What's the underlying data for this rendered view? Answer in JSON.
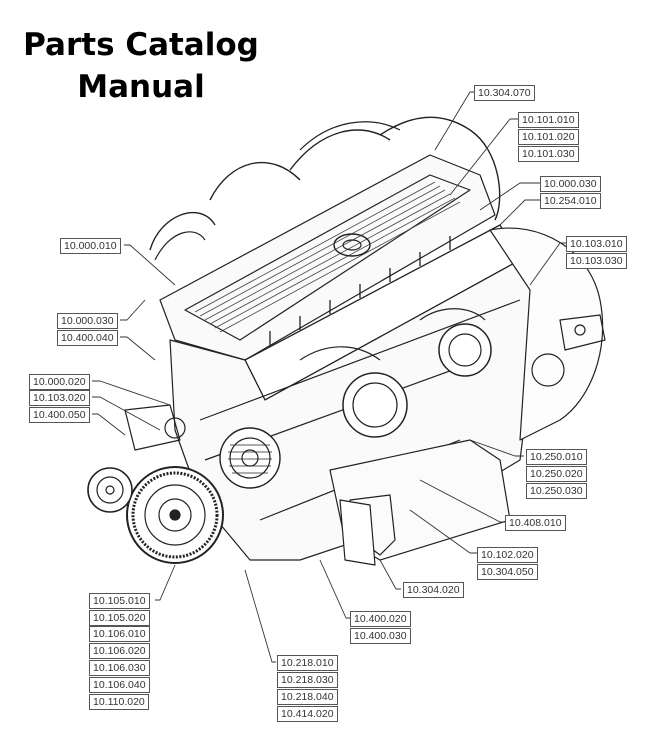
{
  "title": {
    "line1": "Parts Catalog",
    "line2": "Manual"
  },
  "labels": {
    "top_right": [
      "10.304.070"
    ],
    "cylinder_head": [
      "10.101.010",
      "10.101.020",
      "10.101.030"
    ],
    "bracket": [
      "10.000.030",
      "10.254.010"
    ],
    "flywheel_housing": [
      "10.103.010",
      "10.103.030"
    ],
    "left_upper": [
      "10.000.010"
    ],
    "left_mid": [
      "10.000.030",
      "10.400.040"
    ],
    "left_lower": [
      "10.000.020",
      "10.103.020",
      "10.400.050"
    ],
    "turbo": [
      "10.250.010",
      "10.250.020",
      "10.250.030"
    ],
    "oil_sump": [
      "10.408.010"
    ],
    "block": [
      "10.102.020",
      "10.304.050"
    ],
    "oil_filter": [
      "10.304.020"
    ],
    "fan_pulley": [
      "10.105.010",
      "10.105.020",
      "10.106.010",
      "10.106.020",
      "10.106.030",
      "10.106.040",
      "10.110.020"
    ],
    "front_cover": [
      "10.218.010",
      "10.218.030",
      "10.218.040",
      "10.414.020"
    ],
    "mount": [
      "10.400.020",
      "10.400.030"
    ]
  }
}
